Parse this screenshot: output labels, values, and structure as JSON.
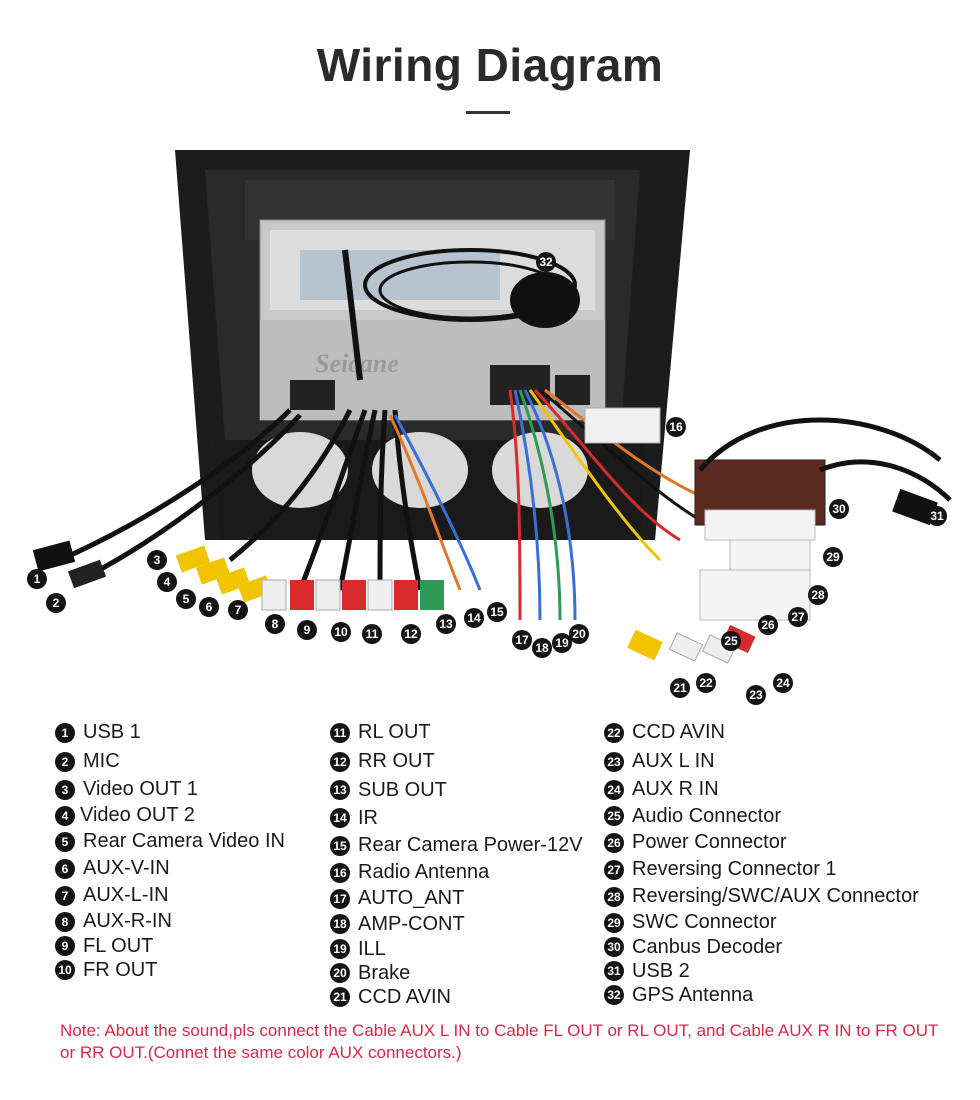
{
  "title": "Wiring Diagram",
  "watermark": "Seicane",
  "legend": [
    {
      "num": "1",
      "label": "USB 1"
    },
    {
      "num": "2",
      "label": "MIC"
    },
    {
      "num": "3",
      "label": "Video OUT 1"
    },
    {
      "num": "4",
      "label": "Video OUT 2"
    },
    {
      "num": "5",
      "label": "Rear Camera Video IN"
    },
    {
      "num": "6",
      "label": "AUX-V-IN"
    },
    {
      "num": "7",
      "label": "AUX-L-IN"
    },
    {
      "num": "8",
      "label": "AUX-R-IN"
    },
    {
      "num": "9",
      "label": "FL OUT"
    },
    {
      "num": "10",
      "label": "FR OUT"
    },
    {
      "num": "11",
      "label": "RL OUT"
    },
    {
      "num": "12",
      "label": "RR OUT"
    },
    {
      "num": "13",
      "label": "SUB OUT"
    },
    {
      "num": "14",
      "label": "IR"
    },
    {
      "num": "15",
      "label": "Rear Camera Power-12V"
    },
    {
      "num": "16",
      "label": "Radio Antenna"
    },
    {
      "num": "17",
      "label": "AUTO_ANT"
    },
    {
      "num": "18",
      "label": "AMP-CONT"
    },
    {
      "num": "19",
      "label": "ILL"
    },
    {
      "num": "20",
      "label": "Brake"
    },
    {
      "num": "21",
      "label": "CCD AVIN"
    },
    {
      "num": "22",
      "label": "CCD AVIN"
    },
    {
      "num": "23",
      "label": "AUX L IN"
    },
    {
      "num": "24",
      "label": "AUX R IN"
    },
    {
      "num": "25",
      "label": "Audio Connector"
    },
    {
      "num": "26",
      "label": "Power Connector"
    },
    {
      "num": "27",
      "label": "Reversing Connector 1"
    },
    {
      "num": "28",
      "label": "Reversing/SWC/AUX Connector"
    },
    {
      "num": "29",
      "label": "SWC Connector"
    },
    {
      "num": "30",
      "label": "Canbus Decoder"
    },
    {
      "num": "31",
      "label": "USB 2"
    },
    {
      "num": "32",
      "label": "GPS Antenna"
    }
  ],
  "note": "Note: About the sound,pls connect the Cable AUX L IN to Cable FL OUT or RL OUT, and Cable AUX R IN to FR OUT or RR OUT.(Connet the same color AUX connectors.)"
}
